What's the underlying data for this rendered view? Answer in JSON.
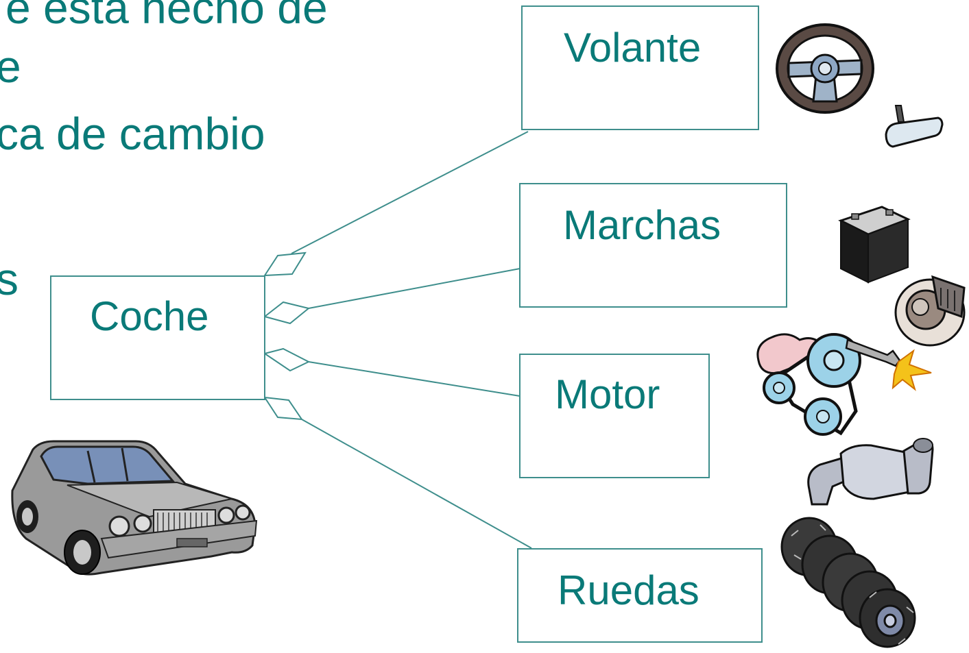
{
  "slide_text": {
    "line1": "e esta hecho de",
    "line2": "e",
    "line3": "ca de cambio",
    "line4": "s"
  },
  "diagram": {
    "root": {
      "label": "Coche"
    },
    "parts": [
      {
        "label": "Volante"
      },
      {
        "label": "Marchas"
      },
      {
        "label": "Motor"
      },
      {
        "label": "Ruedas"
      }
    ]
  },
  "colors": {
    "text": "#0a7a78",
    "box_border": "#3e8e8c",
    "connector": "#3e8e8c"
  },
  "images": {
    "car": "luxury-sedan-clipart",
    "steering_wheel": "steering-wheel-clipart",
    "mirror": "rearview-mirror-clipart",
    "battery": "car-battery-clipart",
    "brake": "brake-disc-clipart",
    "engine_belt": "engine-belt-spark-clipart",
    "exhaust": "catalytic-converter-clipart",
    "tires": "tires-stack-clipart"
  }
}
